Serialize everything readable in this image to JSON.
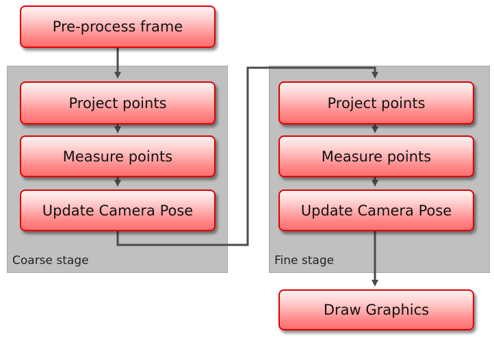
{
  "stages": {
    "coarse": {
      "label": "Coarse stage"
    },
    "fine": {
      "label": "Fine stage"
    }
  },
  "nodes": {
    "preprocess": "Pre-process frame",
    "coarse_project": "Project points",
    "coarse_measure": "Measure points",
    "coarse_update": "Update Camera Pose",
    "fine_project": "Project points",
    "fine_measure": "Measure points",
    "fine_update": "Update Camera Pose",
    "draw": "Draw Graphics"
  },
  "colors": {
    "node_border": "#e00000",
    "node_fill_top": "#fff3f3",
    "node_fill_bottom": "#ff6e6e",
    "stage_fill": "#c0c0c0",
    "connector": "#4a4a4a"
  }
}
